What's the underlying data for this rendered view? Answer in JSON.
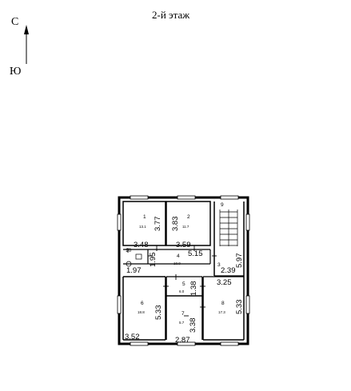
{
  "title": "2-й этаж",
  "compass": {
    "north": "С",
    "south": "Ю"
  },
  "rooms": [
    {
      "num": "1",
      "area": "13.1"
    },
    {
      "num": "2",
      "area": "11.7"
    },
    {
      "num": "3",
      "area": ""
    },
    {
      "num": "4",
      "area": "10.0"
    },
    {
      "num": "5",
      "area": "6.0"
    },
    {
      "num": "6",
      "area": "18.8"
    },
    {
      "num": "7",
      "area": "5.7"
    },
    {
      "num": "8",
      "area": "17.3"
    },
    {
      "num": "9",
      "area": ""
    },
    {
      "num": "10",
      "area": ""
    }
  ],
  "dimensions": {
    "r1_height": "3.77",
    "r2_height": "3.83",
    "r1_width": "3.48",
    "r2_width": "3.59",
    "corridor_length": "5.15",
    "r10_height": "1.95",
    "r10_width": "1.97",
    "r3_height": "5.97",
    "r3_width": "2.39",
    "r8_width": "3.25",
    "r5_height": "1.38",
    "r6_height": "5.33",
    "r8_height": "5.33",
    "r7_height": "3.38",
    "r6_width": "3.52",
    "r7_width": "2.87"
  }
}
